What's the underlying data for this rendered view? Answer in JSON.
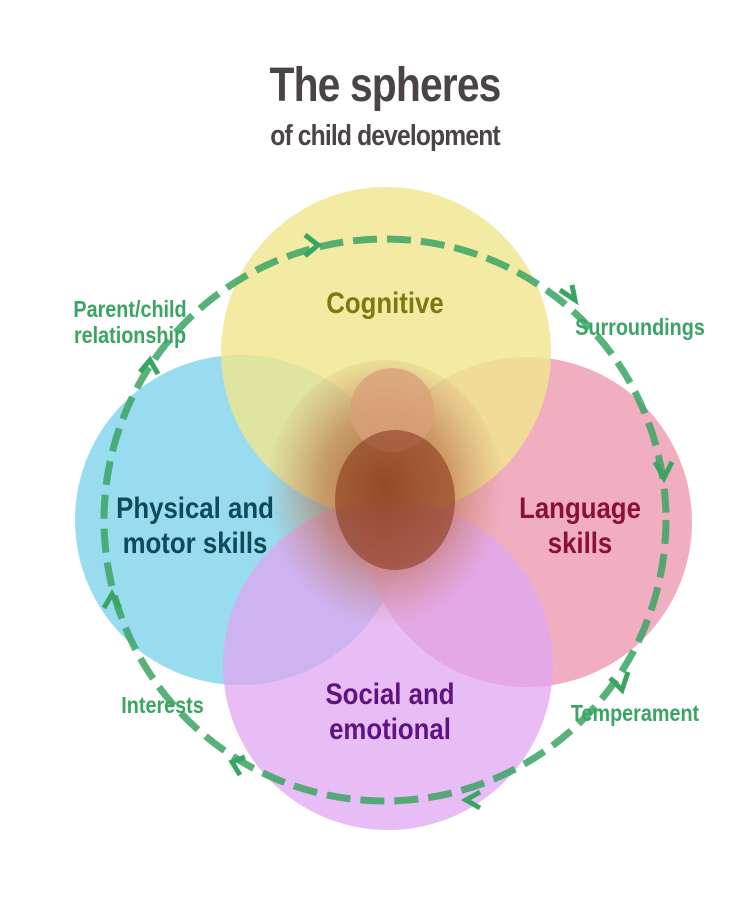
{
  "title": "The spheres",
  "subtitle": "of child development",
  "spheres": [
    {
      "name": "Cognitive",
      "color": "#f0e68c",
      "text_color": "#7a7a10"
    },
    {
      "name": "Physical and motor skills",
      "line1": "Physical and",
      "line2": "motor skills",
      "color": "#8ed8ee",
      "text_color": "#0f4a5a"
    },
    {
      "name": "Language skills",
      "line1": "Language",
      "line2": "skills",
      "color": "#eea0b6",
      "text_color": "#8a1038"
    },
    {
      "name": "Social and emotional",
      "line1": "Social and",
      "line2": "emotional",
      "color": "#e0a6f2",
      "text_color": "#5e1480"
    }
  ],
  "factors": {
    "parent_child_line1": "Parent/child",
    "parent_child_line2": "relationship",
    "surroundings": "Surroundings",
    "temperament": "Temperament",
    "interests": "Interests",
    "color": "#3aa463"
  },
  "center_image": "baby-photo"
}
